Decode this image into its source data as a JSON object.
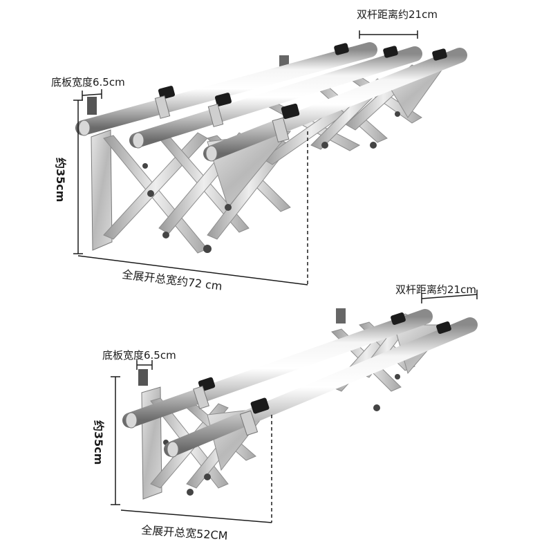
{
  "colors": {
    "steel_light": "#f2f2f2",
    "steel_mid": "#bdbdbd",
    "steel_dark": "#6e6e6e",
    "cap": "#1c1c1c",
    "dim_line": "#1a1a1a"
  },
  "rack_top": {
    "rod_spacing_label": "双杆距离约21cm",
    "base_width_label": "底板宽度6.5cm",
    "height_label": "约35cm",
    "total_width_label": "全展开总宽约72 cm"
  },
  "rack_bottom": {
    "rod_spacing_label": "双杆距离约21cm",
    "base_width_label": "底板宽度6.5cm",
    "height_label": "约35cm",
    "total_width_label": "全展开总宽52CM"
  }
}
